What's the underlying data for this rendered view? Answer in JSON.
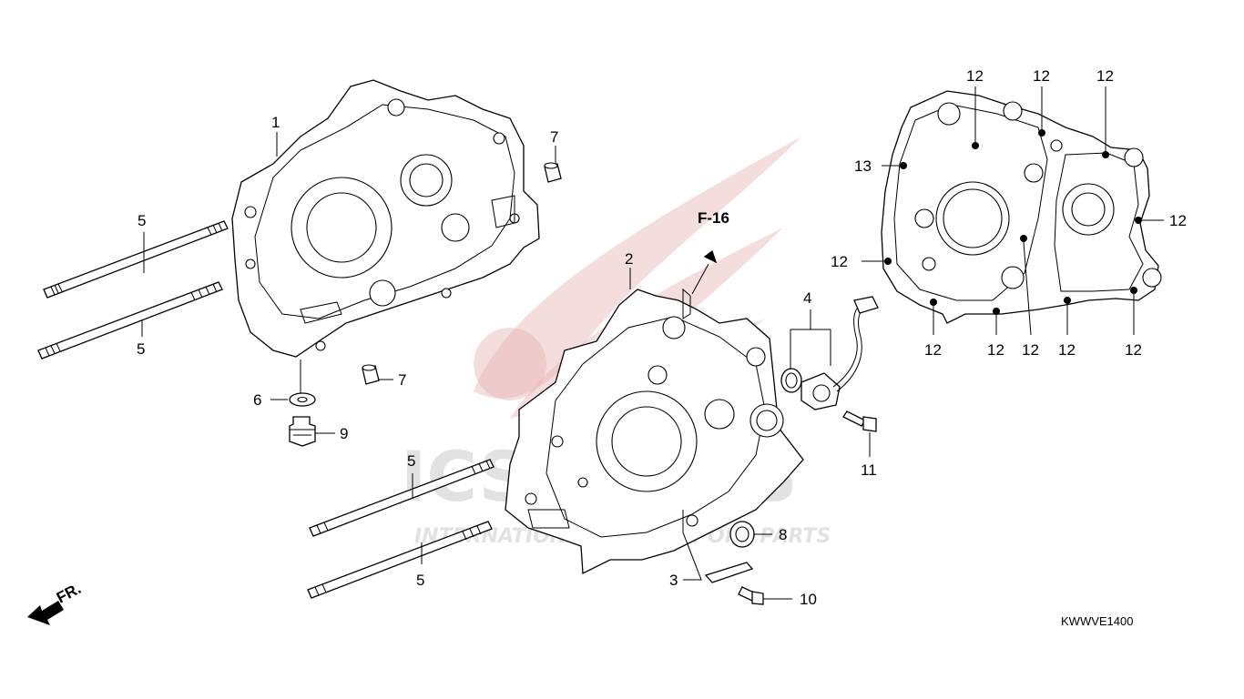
{
  "diagram": {
    "ref_code": "KWWVE1400",
    "front_label": "FR.",
    "section_ref": "F-16",
    "watermark": {
      "main": "ICS PARTS",
      "sub": "INTERNATIONAL CYCLE SPORT PARTS"
    },
    "callouts": {
      "c1": "1",
      "c2": "2",
      "c3": "3",
      "c4": "4",
      "c5a": "5",
      "c5b": "5",
      "c5c": "5",
      "c5d": "5",
      "c6": "6",
      "c7a": "7",
      "c7b": "7",
      "c8": "8",
      "c9": "9",
      "c10": "10",
      "c11": "11",
      "c12a": "12",
      "c12b": "12",
      "c12c": "12",
      "c12d": "12",
      "c12e": "12",
      "c12f": "12",
      "c12g": "12",
      "c12h": "12",
      "c12i": "12",
      "c12j": "12",
      "c13": "13"
    }
  }
}
